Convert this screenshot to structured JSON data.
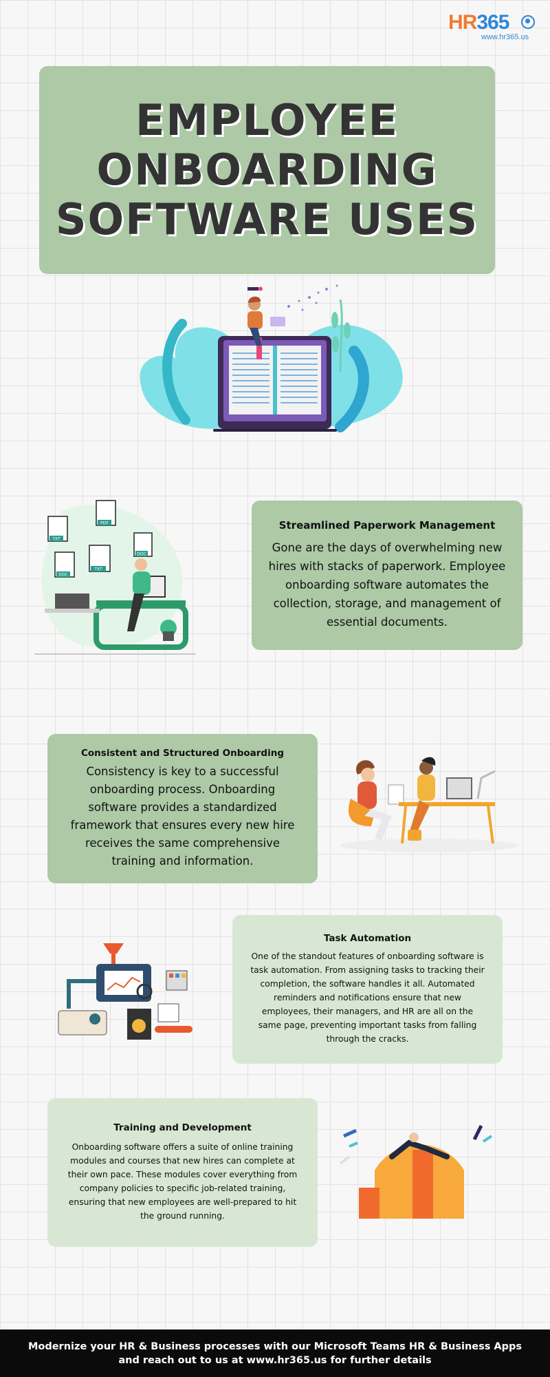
{
  "logo": {
    "brand_hr": "HR",
    "brand_num": "365",
    "url": "www.hr365.us"
  },
  "title": {
    "line1": "EMPLOYEE",
    "line2": "ONBOARDING",
    "line3": "SOFTWARE USES"
  },
  "sections": [
    {
      "heading": "Streamlined Paperwork Management",
      "body": "Gone are the days of overwhelming new hires with stacks of paperwork. Employee onboarding software automates the collection, storage, and management of essential documents."
    },
    {
      "heading": "Consistent and Structured Onboarding",
      "body": "Consistency is key to a successful onboarding process. Onboarding software provides a standardized framework that ensures every new hire receives the same comprehensive training and information."
    },
    {
      "heading": "Task Automation",
      "body": "One of the standout features of onboarding software is task automation. From assigning tasks to tracking their completion, the software handles it all. Automated reminders and notifications ensure that new employees, their managers, and HR are all on the same page, preventing important tasks from falling through the cracks."
    },
    {
      "heading": "Training and Development",
      "body": "Onboarding software offers a suite of online training modules and courses that new hires can complete at their own pace. These modules cover everything from company policies to specific job-related training, ensuring that new employees are well-prepared to hit the ground running."
    }
  ],
  "documents": {
    "labels": [
      "TXT",
      "PDF",
      "DOC",
      "DOC",
      "TXT"
    ]
  },
  "footer": {
    "text": "Modernize your HR & Business processes with our Microsoft Teams HR & Business Apps and reach out to us at www.hr365.us for further details"
  },
  "colors": {
    "card_green": "#adc9a6",
    "card_light": "#d7e7d3",
    "brand_orange": "#f07b2f",
    "brand_blue": "#2e86d9"
  }
}
